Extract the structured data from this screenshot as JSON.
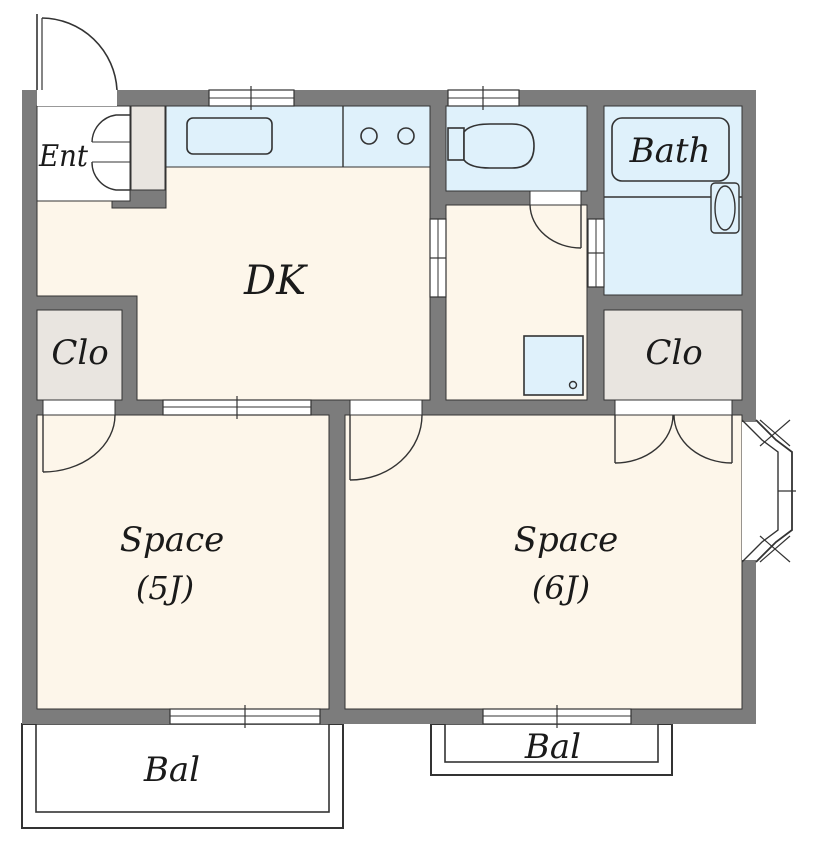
{
  "colors": {
    "wall": "#7c7c7c",
    "floor": "#fdf6ea",
    "wet": "#dff1fb",
    "closet": "#e9e5e0",
    "line": "#333333",
    "white": "#ffffff"
  },
  "rooms": {
    "entrance": "Ent",
    "dk": "DK",
    "bath": "Bath",
    "closet_left": "Clo",
    "closet_right": "Clo",
    "space_left": "Space",
    "space_left_size": "(5J)",
    "space_right": "Space",
    "space_right_size": "(6J)",
    "balcony_left": "Bal",
    "balcony_right": "Bal"
  }
}
